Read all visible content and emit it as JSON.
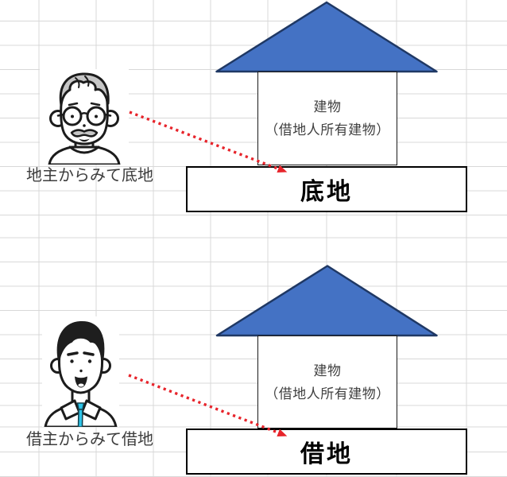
{
  "figures": {
    "top": {
      "caption": "地主からみて底地",
      "building_line1": "建物",
      "building_line2": "（借地人所有建物）",
      "land_label": "底地",
      "person_icon": "old-man-landlord-icon",
      "arrow_icon": "red-dotted-arrow"
    },
    "bottom": {
      "caption": "借主からみて借地",
      "building_line1": "建物",
      "building_line2": "（借地人所有建物）",
      "land_label": "借地",
      "person_icon": "young-man-tenant-icon",
      "arrow_icon": "red-dotted-arrow"
    }
  },
  "colors": {
    "roof_fill": "#4472C4",
    "roof_stroke": "#1F3864",
    "arrow_red": "#E7242B",
    "gridline": "#D8D8D8",
    "tie_cyan": "#2EC4E8",
    "hair_gray": "#C6C6C6",
    "hair_black": "#1E1E1E",
    "building_text": "#404040",
    "caption_text": "#3D3D3D",
    "land_text": "#000000"
  }
}
